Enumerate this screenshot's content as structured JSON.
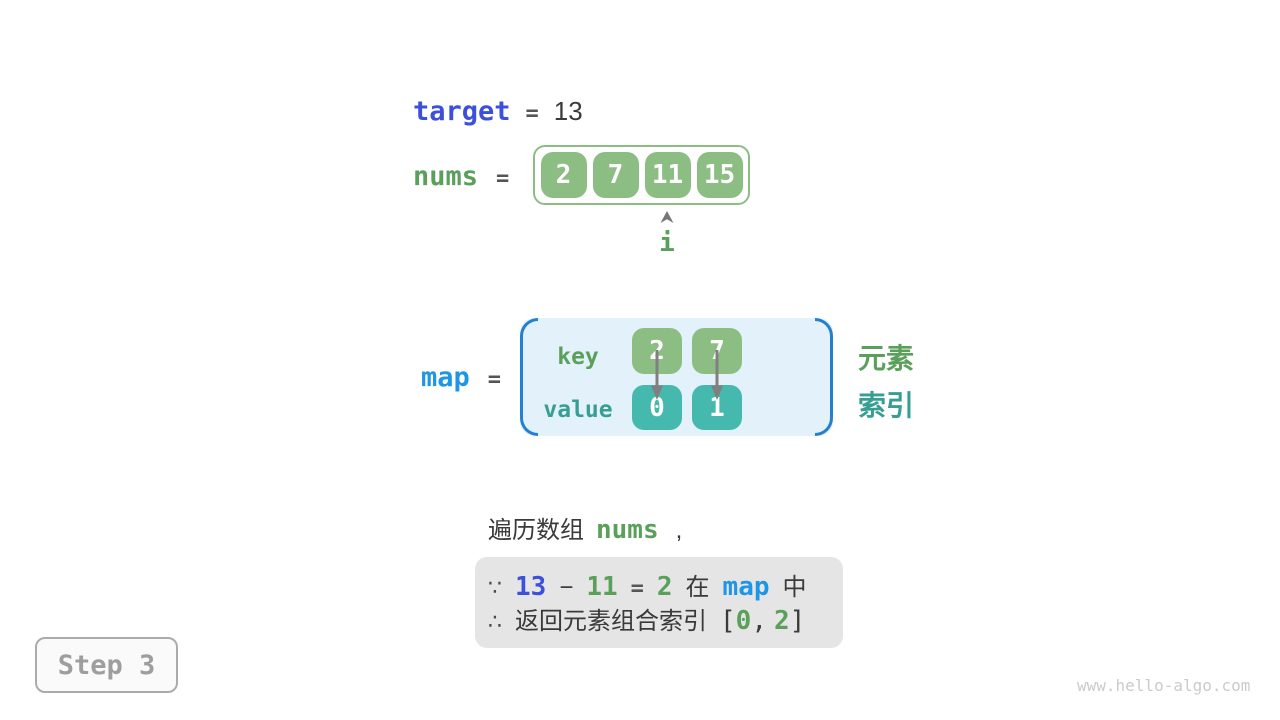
{
  "colors": {
    "green_fill": "#8CBE84",
    "teal_fill": "#46B9AF",
    "green_text": "#5AA05A",
    "teal_text": "#379E94",
    "indigo_text": "#3C50DC",
    "bright_blue": "#1E96E6",
    "paren_blue": "#2380D0",
    "map_bg": "#E3F1FA",
    "dark_text": "#3A3A3A",
    "gray_box": "#E5E5E5"
  },
  "target_line": {
    "label": "target",
    "equals": "=",
    "value": "13"
  },
  "nums_line": {
    "label": "nums",
    "equals": "=",
    "cells": [
      "2",
      "7",
      "11",
      "15"
    ],
    "pointer_label": "i"
  },
  "map_section": {
    "label": "map",
    "equals": "=",
    "key_label": "key",
    "value_label": "value",
    "keys": [
      "2",
      "7"
    ],
    "values": [
      "0",
      "1"
    ],
    "element_label": "元素",
    "index_label": "索引"
  },
  "caption": {
    "text": "遍历数组",
    "code": "nums",
    "comma": ","
  },
  "conclusion": {
    "because_symbol": "∵",
    "therefore_symbol": "∴",
    "line1": {
      "n1": "13",
      "minus": "−",
      "n2": "11",
      "eq": "=",
      "n3": "2",
      "in_word": "在",
      "map_word": "map",
      "zhong_word": "中"
    },
    "line2": {
      "text": "返回元素组合索引",
      "lbracket": "[",
      "v1": "0",
      "comma": ",",
      "v2": "2",
      "rbracket": "]"
    }
  },
  "step_badge": {
    "label": "Step 3"
  },
  "watermark": "www.hello-algo.com"
}
